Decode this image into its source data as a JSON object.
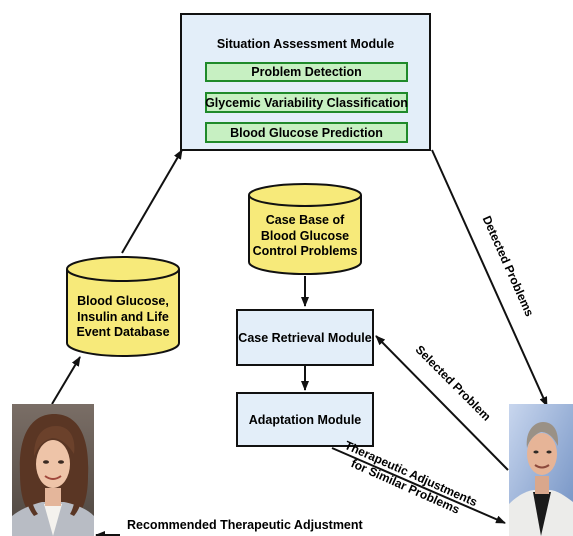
{
  "situation_module": {
    "title": "Situation Assessment Module",
    "items": [
      "Problem Detection",
      "Glycemic Variability Classification",
      "Blood Glucose Prediction"
    ]
  },
  "case_base": {
    "lines": [
      "Case Base of",
      "Blood Glucose",
      "Control Problems"
    ]
  },
  "database": {
    "lines": [
      "Blood Glucose,",
      "Insulin and Life",
      "Event Database"
    ]
  },
  "case_retrieval": {
    "label": "Case Retrieval Module"
  },
  "adaptation": {
    "label": "Adaptation Module"
  },
  "arrow_labels": {
    "detected": "Detected Problems",
    "selected": "Selected Problem",
    "therapeutic_line1": "Therapeutic Adjustments",
    "therapeutic_line2": "for Similar Problems",
    "recommended": "Recommended Therapeutic Adjustment"
  },
  "colors": {
    "module_fill": "#e3eef9",
    "item_fill": "#c7f0c2",
    "item_border": "#1f8a2a",
    "cylinder_fill": "#f7ea7a"
  }
}
